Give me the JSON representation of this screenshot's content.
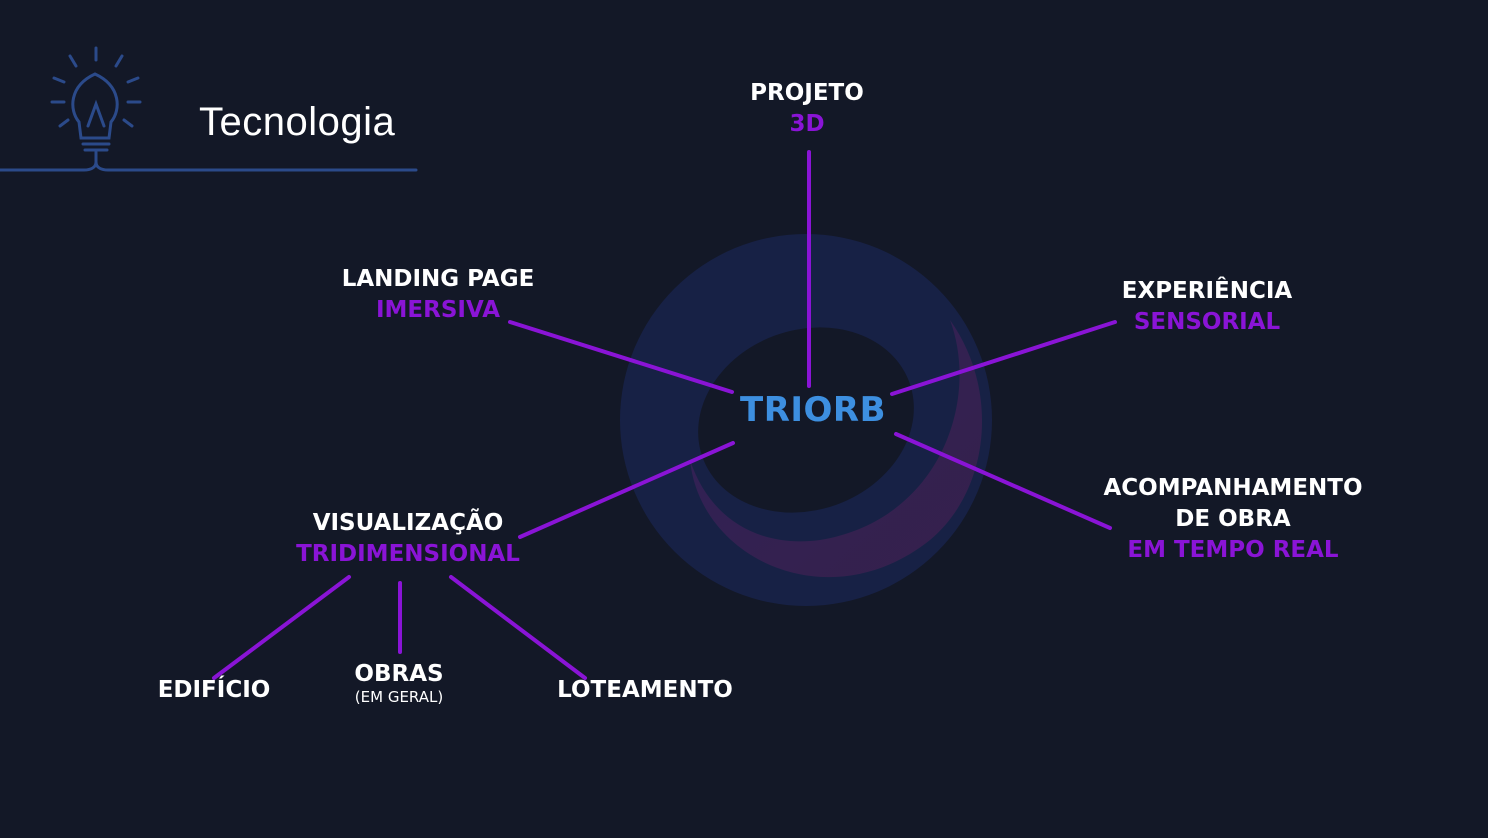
{
  "header": {
    "title": "Tecnologia",
    "icon": "lightbulb-icon"
  },
  "center": {
    "label": "TRIORB",
    "color": "#3d8fe0"
  },
  "nodes": {
    "projeto": {
      "line1": "PROJETO",
      "line2": "3D"
    },
    "landing": {
      "line1": "LANDING PAGE",
      "line2": "IMERSIVA"
    },
    "experiencia": {
      "line1": "EXPERIÊNCIA",
      "line2": "SENSORIAL"
    },
    "acompanhamento": {
      "line1": "ACOMPANHAMENTO",
      "line1b": "DE OBRA",
      "line2": "EM TEMPO REAL"
    },
    "visualizacao": {
      "line1": "VISUALIZAÇÃO",
      "line2": "TRIDIMENSIONAL"
    },
    "edificio": {
      "line1": "EDIFÍCIO"
    },
    "obras": {
      "line1": "OBRAS",
      "sub": "(EM GERAL)"
    },
    "loteamento": {
      "line1": "LOTEAMENTO"
    }
  },
  "colors": {
    "background": "#131827",
    "accent": "#8a14d6",
    "white": "#ffffff",
    "icon": "#2b4a8a"
  }
}
